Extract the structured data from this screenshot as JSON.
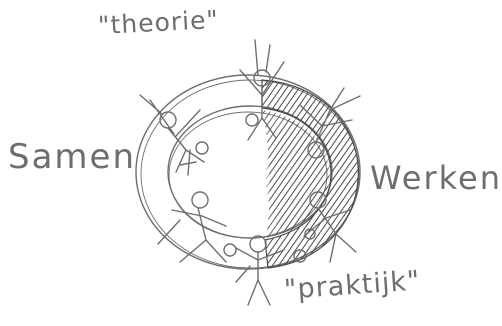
{
  "labels": {
    "theorie": "\"theorie\"",
    "samen": "Samen",
    "werken": "Werken",
    "praktijk": "\"praktijk\""
  },
  "colors": {
    "ink": "#6e6e6e",
    "shade_dark": "#4a4a4a",
    "shade_mid": "#8a8a8a"
  }
}
